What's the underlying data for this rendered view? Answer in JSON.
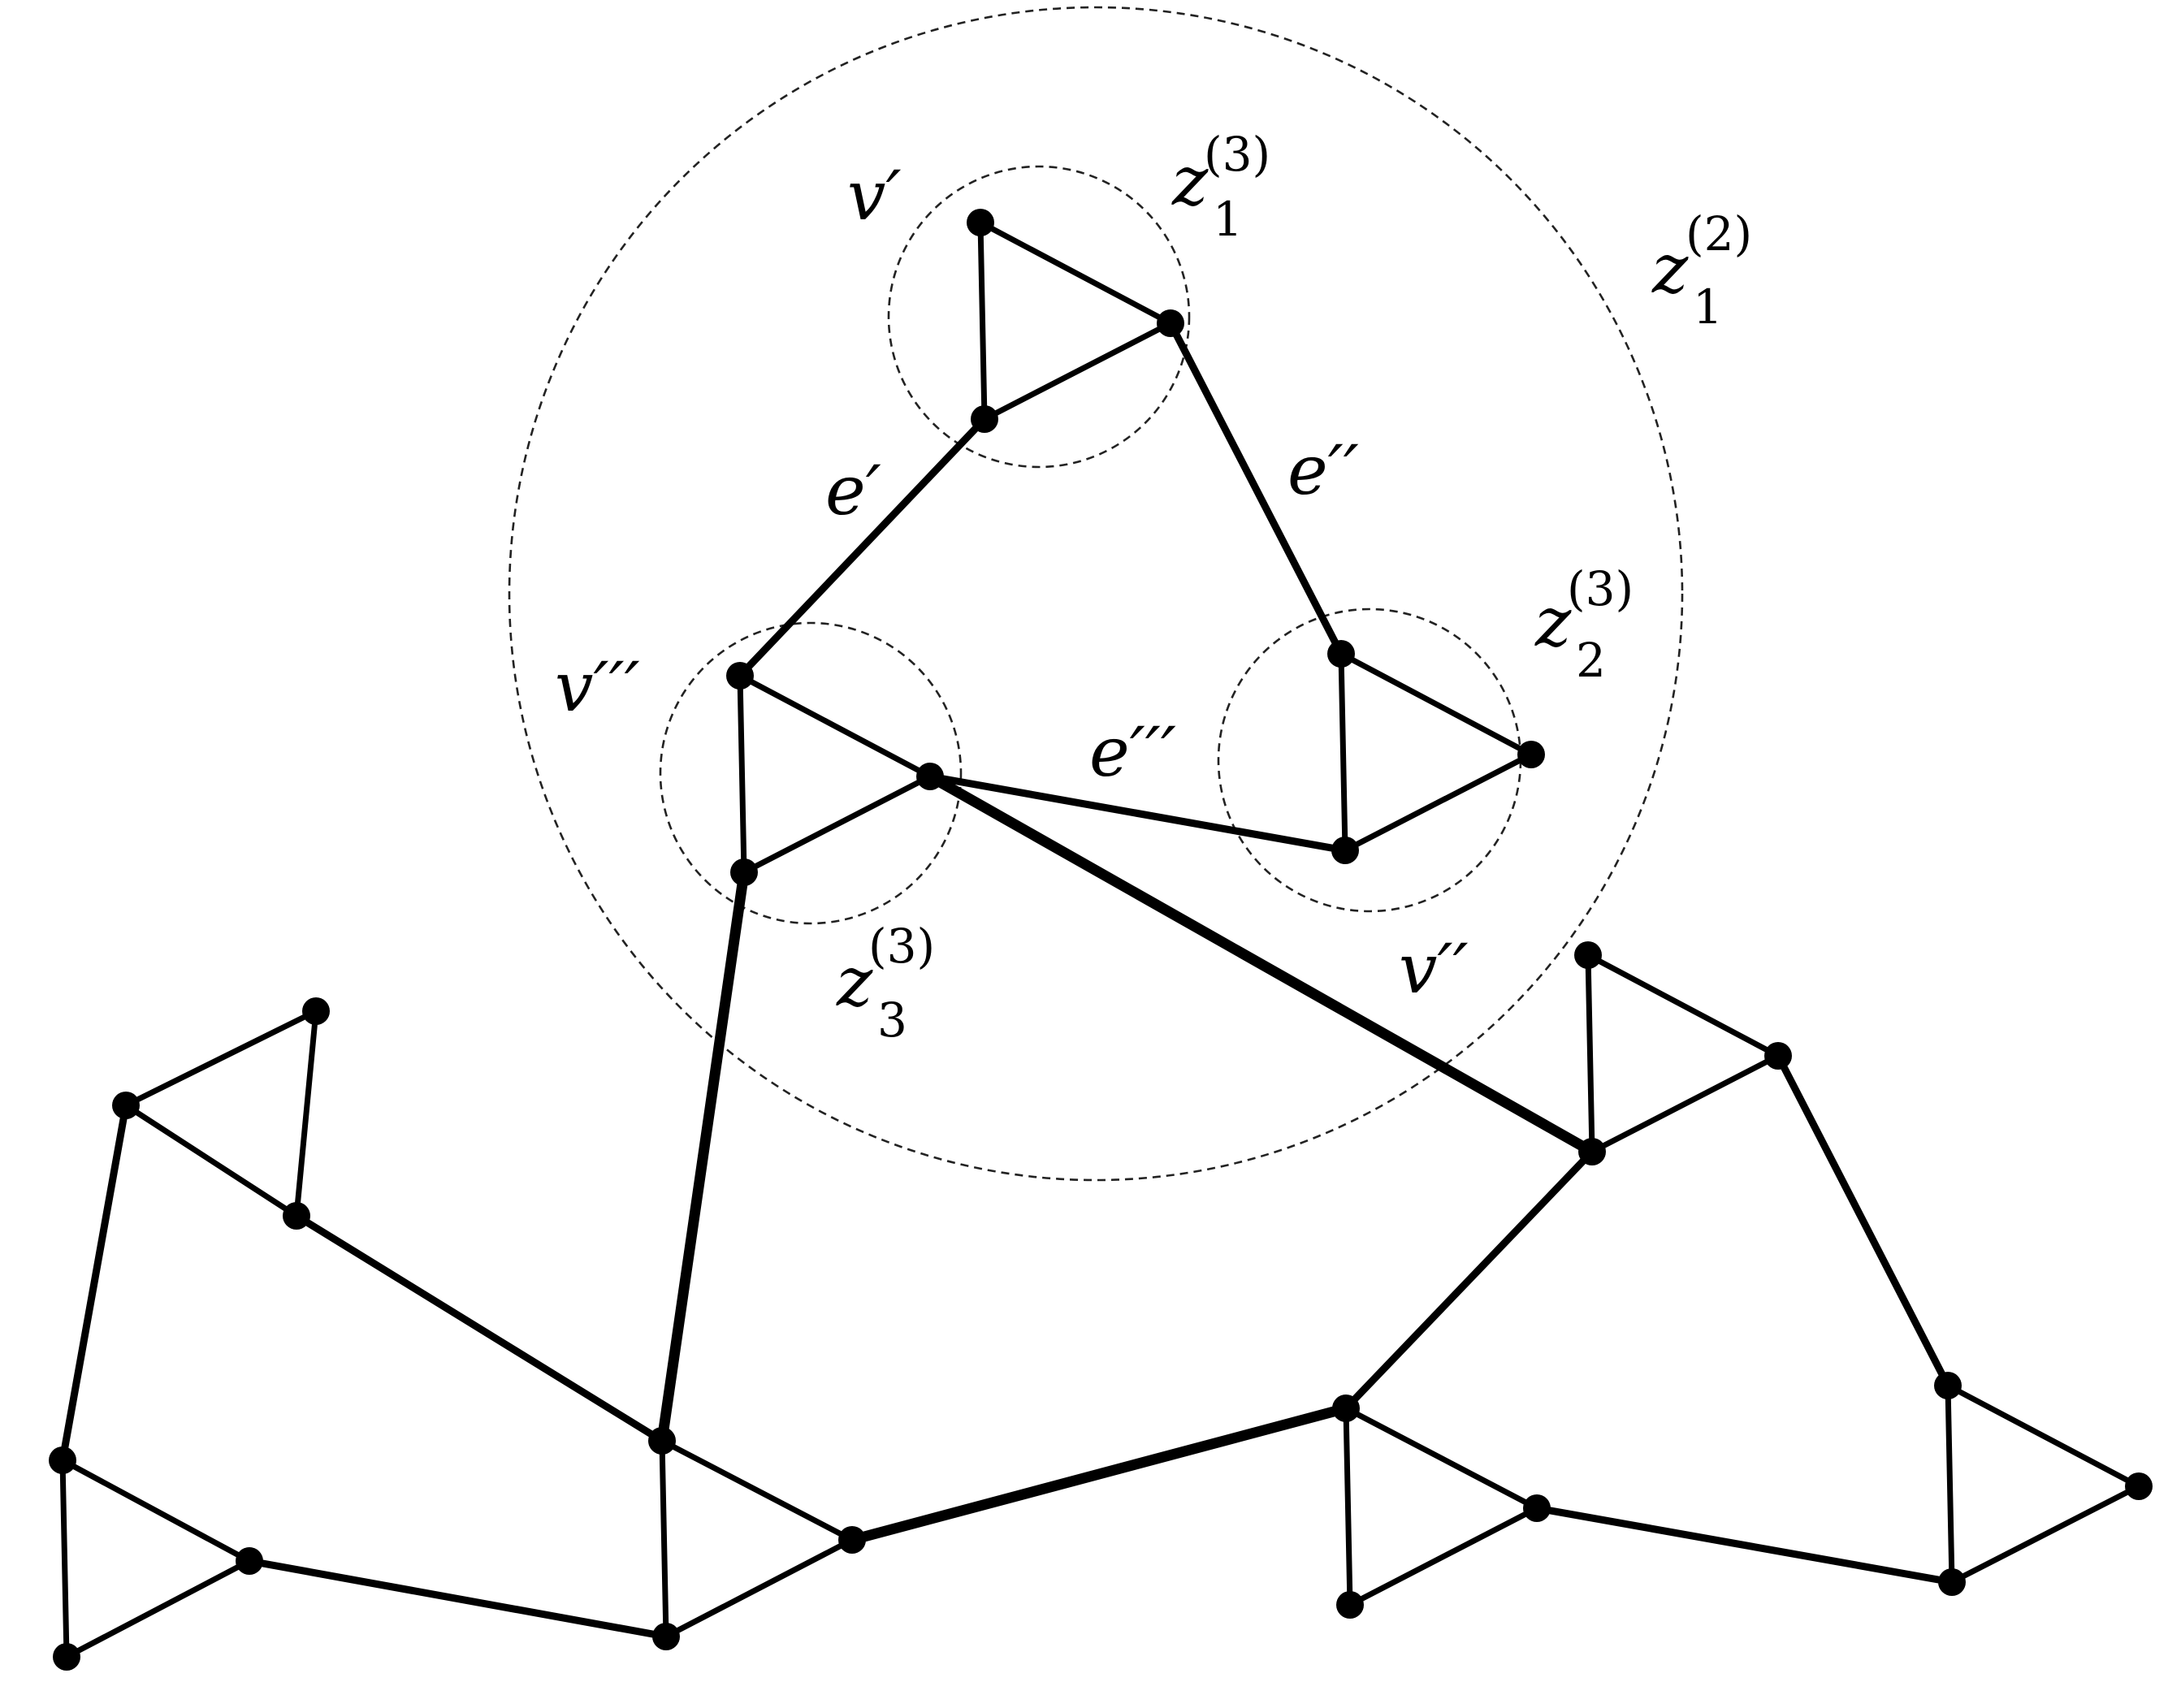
{
  "labels": {
    "v1": "v′",
    "v2": "v′′",
    "v3": "v′′′",
    "e1": "e′",
    "e2": "e′′",
    "e3": "e′′′",
    "z_letter": "z",
    "z1_3_sub": "1",
    "z1_3_sup": "(3)",
    "z2_3_sub": "2",
    "z2_3_sup": "(3)",
    "z3_3_sub": "3",
    "z3_3_sup": "(3)",
    "z1_2_sub": "1",
    "z1_2_sup": "(2)"
  }
}
